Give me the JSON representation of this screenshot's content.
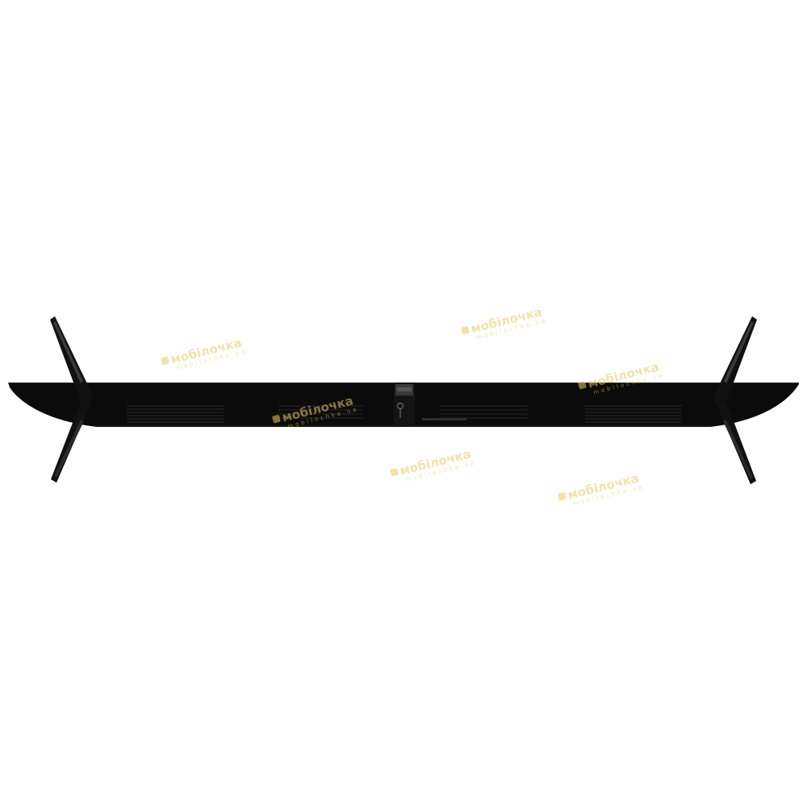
{
  "image": {
    "subject": "tv-top-view",
    "colors": {
      "background": "#ffffff",
      "body": "#0b0b0b",
      "body_edge": "#1c1c1c",
      "vent": "#2a2a2a",
      "stand": "#111111",
      "stand_highlight": "#3a3a3a",
      "watermark": "#e8c96a"
    }
  },
  "watermark": {
    "brand": "мобілочка",
    "domain": "mobilochka.ua"
  }
}
